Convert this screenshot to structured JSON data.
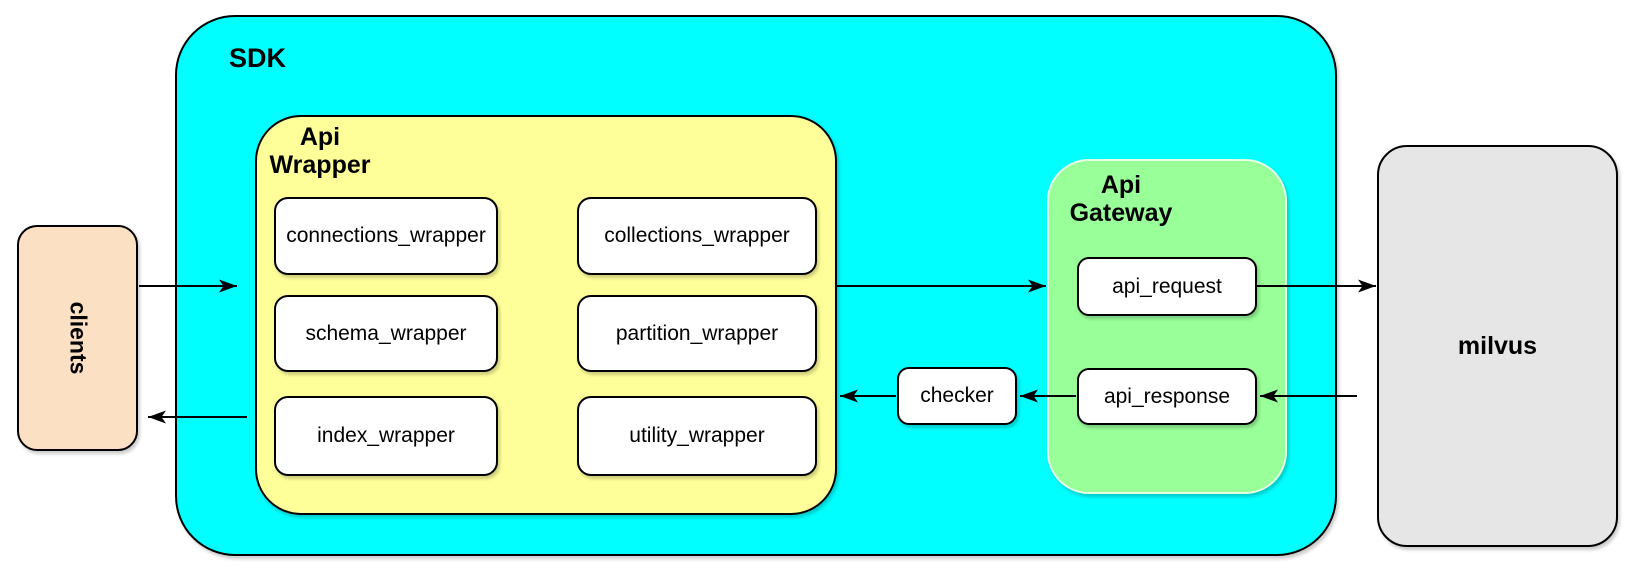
{
  "diagram": {
    "nodes": {
      "clients": {
        "label": "clients"
      },
      "sdk": {
        "label": "SDK"
      },
      "api_wrapper": {
        "label_line1": "Api",
        "label_line2": "Wrapper"
      },
      "api_gateway": {
        "label_line1": "Api",
        "label_line2": "Gateway"
      },
      "api_request": {
        "label": "api_request"
      },
      "api_response": {
        "label": "api_response"
      },
      "checker": {
        "label": "checker"
      },
      "milvus": {
        "label": "milvus"
      }
    },
    "wrapper_boxes": [
      {
        "label": "connections_wrapper"
      },
      {
        "label": "collections_wrapper"
      },
      {
        "label": "schema_wrapper"
      },
      {
        "label": "partition_wrapper"
      },
      {
        "label": "index_wrapper"
      },
      {
        "label": "utility_wrapper"
      }
    ],
    "edges": [
      {
        "from": "clients",
        "to": "SDK"
      },
      {
        "from": "SDK",
        "to": "clients"
      },
      {
        "from": "Api Wrapper",
        "to": "Api Gateway"
      },
      {
        "from": "api_request",
        "to": "milvus"
      },
      {
        "from": "milvus",
        "to": "api_response"
      },
      {
        "from": "api_response",
        "to": "checker"
      },
      {
        "from": "checker",
        "to": "Api Wrapper"
      }
    ],
    "colors": {
      "sdk_fill": "#00FFFF",
      "api_wrapper_fill": "#FFFF99",
      "api_gateway_fill": "#99FF99",
      "clients_fill": "#FBE0C3",
      "milvus_fill": "#E6E6E6",
      "inner_box_fill": "#FFFFFF",
      "border": "#000000",
      "arrow": "#000000"
    }
  }
}
